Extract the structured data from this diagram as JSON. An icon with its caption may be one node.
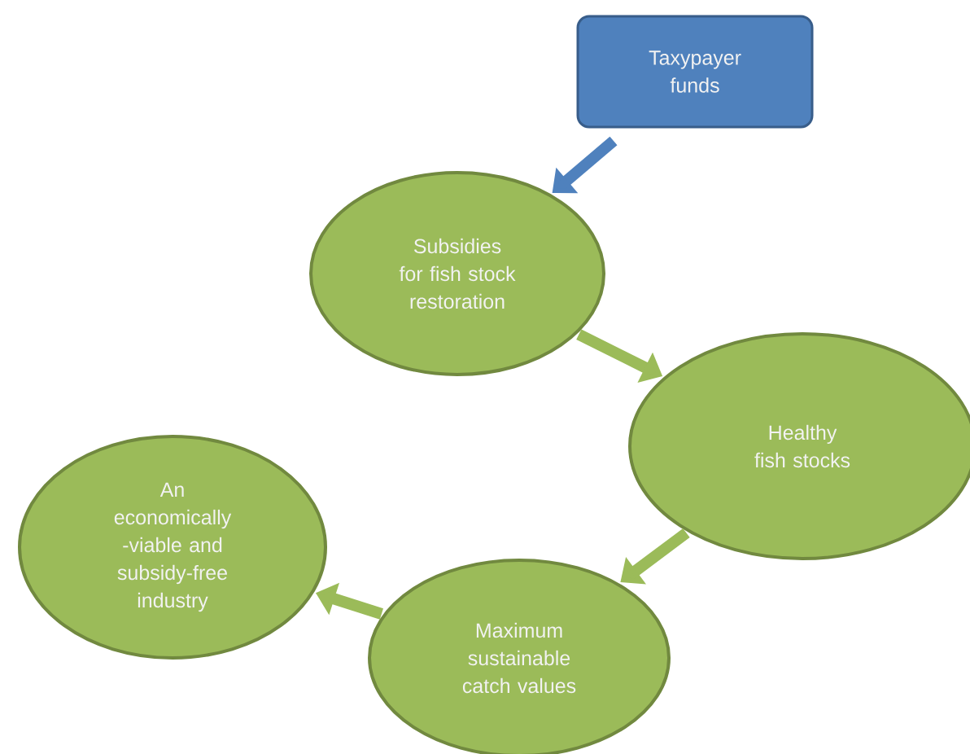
{
  "diagram": {
    "nodes": [
      {
        "text": [
          "Taxypayer funds"
        ]
      },
      {
        "text": [
          "Subsidies for fish stock restoration"
        ]
      },
      {
        "text": [
          "Healthy fish stocks"
        ]
      },
      {
        "text": [
          "Maximum sustainable catch values"
        ]
      },
      {
        "text": [
          "An economically -viable and subsidy-free industry"
        ]
      }
    ],
    "edges": [
      {
        "from": 0,
        "to": 1,
        "arrow": "to",
        "color": "#4f81bd"
      },
      {
        "from": 1,
        "to": 2,
        "arrow": "to"
      },
      {
        "from": 2,
        "to": 3,
        "arrow": "to"
      },
      {
        "from": 3,
        "to": 4,
        "arrow": "to"
      }
    ]
  }
}
